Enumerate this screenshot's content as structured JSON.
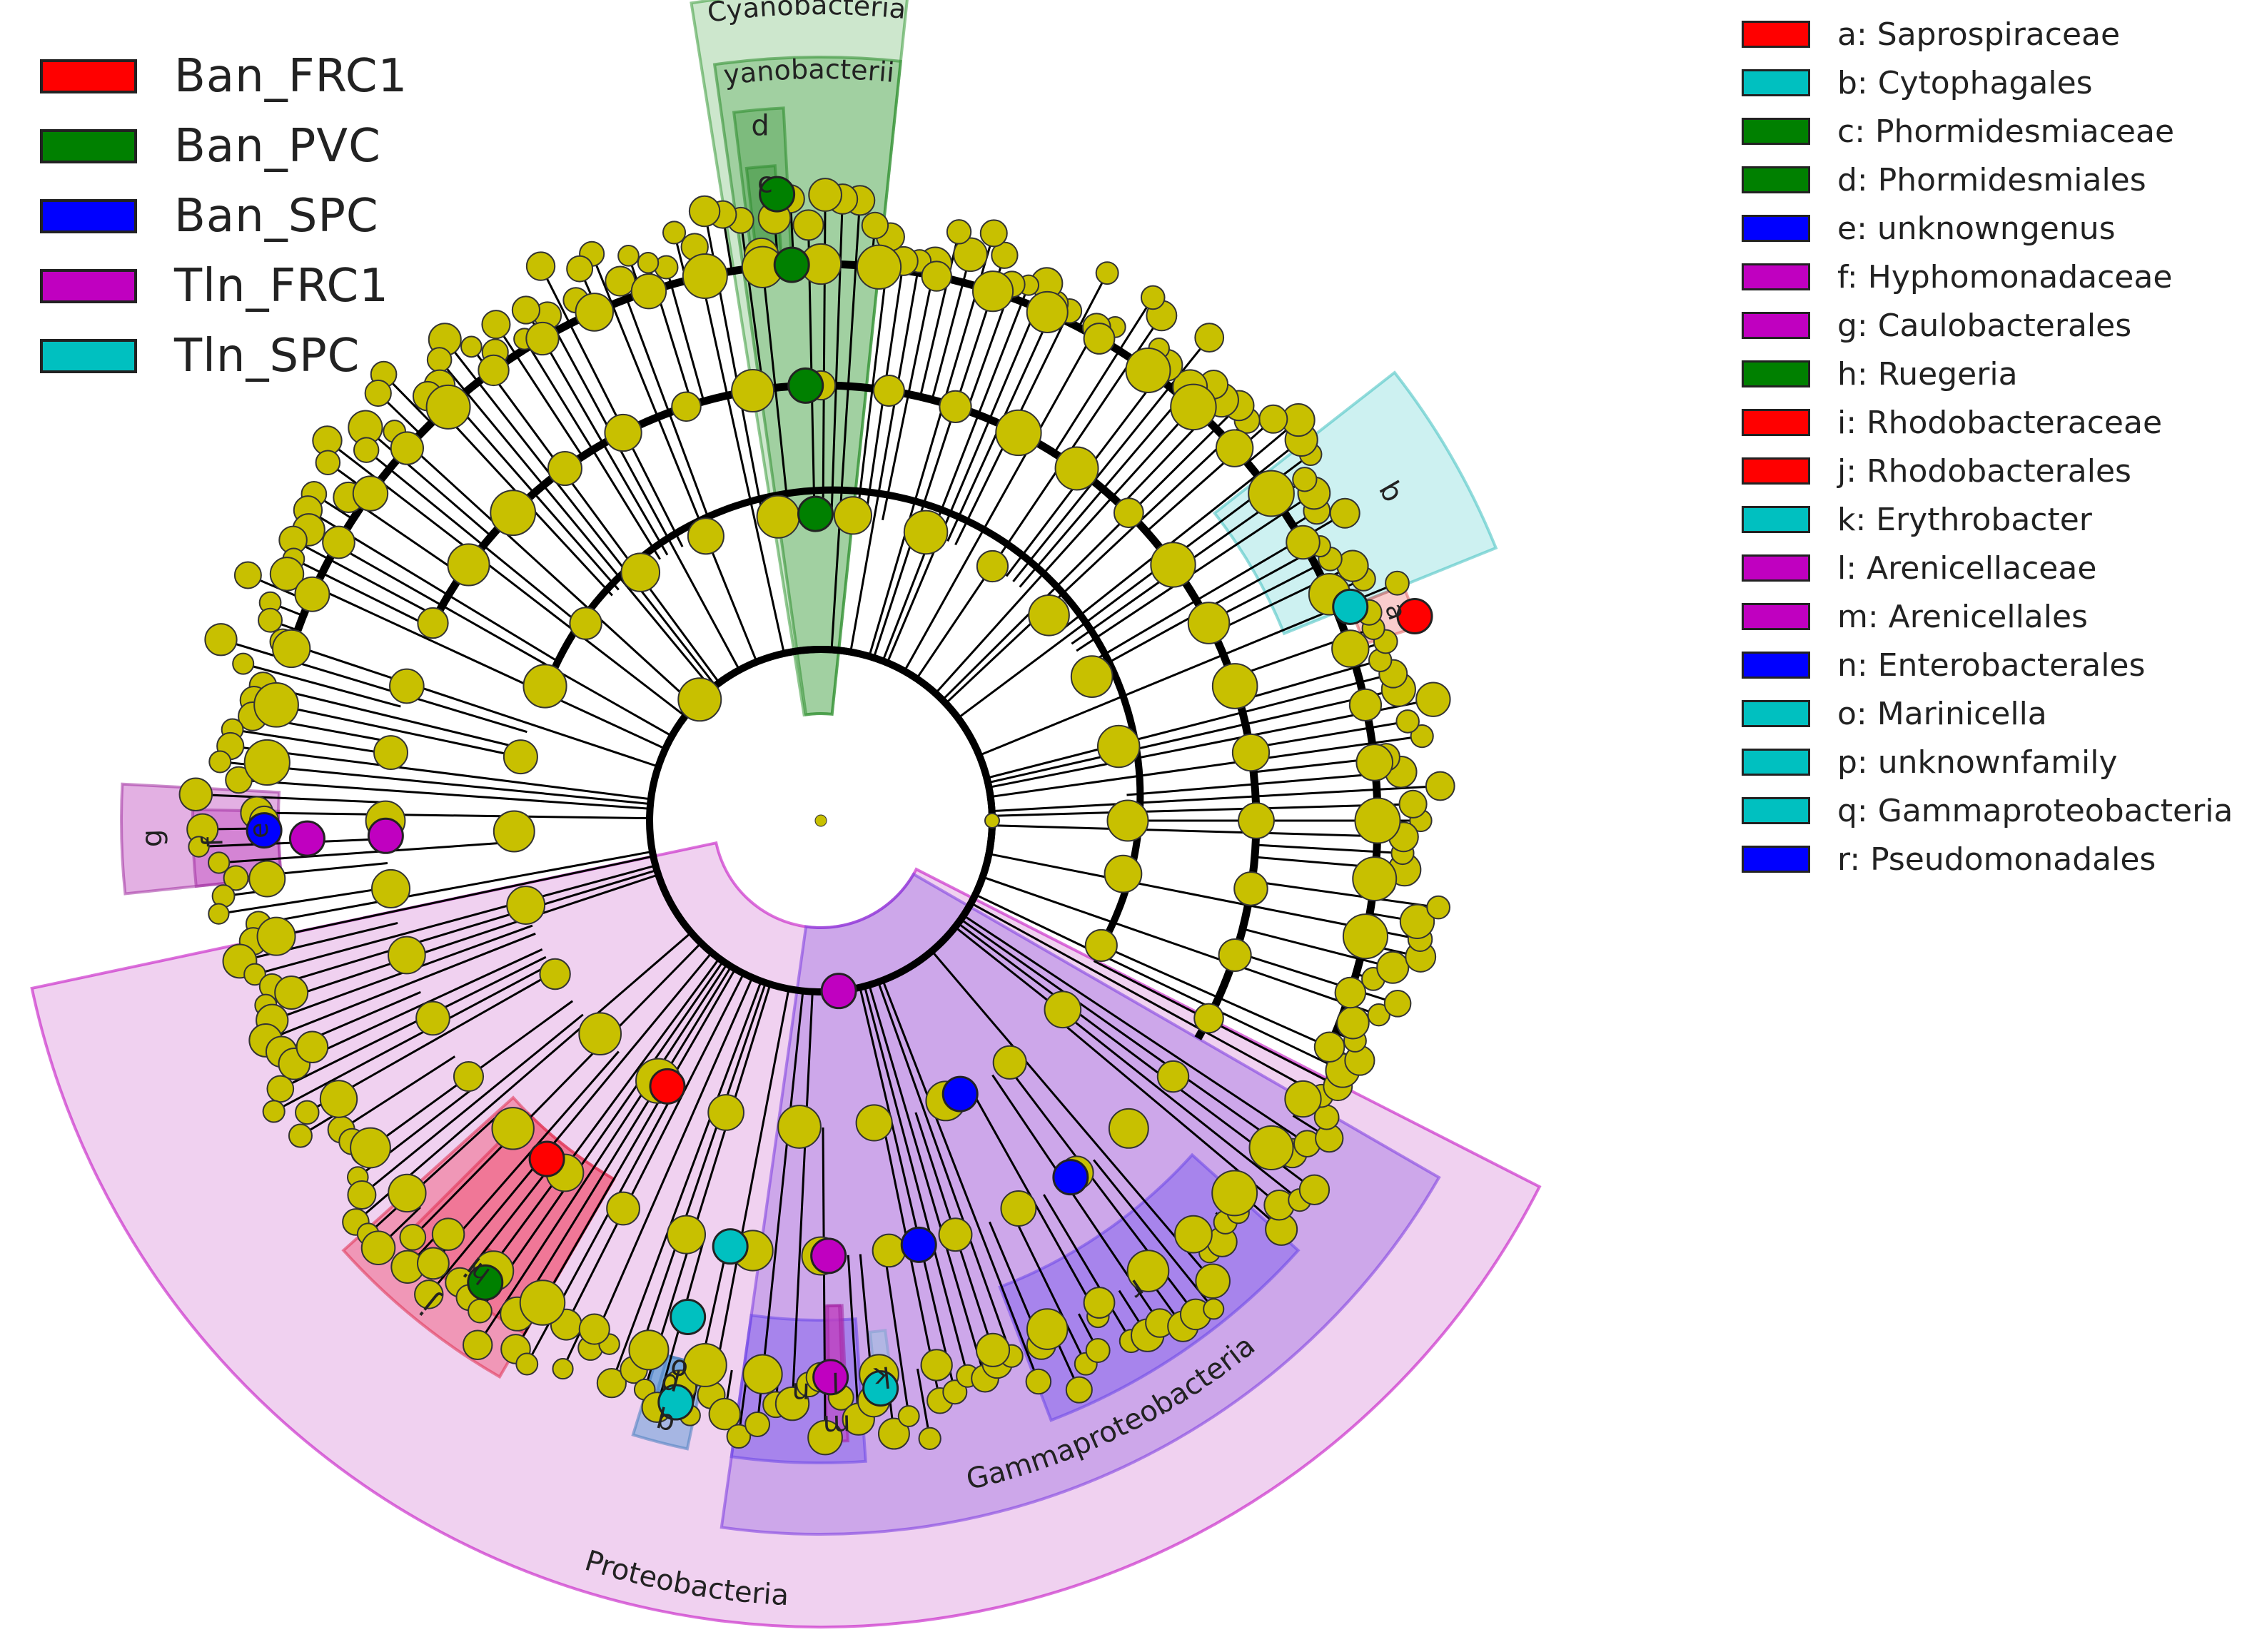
{
  "group_legend": [
    {
      "label": "Ban_FRC1",
      "color": "#ff0000"
    },
    {
      "label": "Ban_PVC",
      "color": "#008000"
    },
    {
      "label": "Ban_SPC",
      "color": "#0000ff"
    },
    {
      "label": "Tln_FRC1",
      "color": "#c000c0"
    },
    {
      "label": "Tln_SPC",
      "color": "#00c0c0"
    }
  ],
  "clade_legend": [
    {
      "label": "a: Saprospiraceae",
      "color": "#ff0000"
    },
    {
      "label": "b: Cytophagales",
      "color": "#00c0c0"
    },
    {
      "label": "c: Phormidesmiaceae",
      "color": "#008000"
    },
    {
      "label": "d: Phormidesmiales",
      "color": "#008000"
    },
    {
      "label": "e: unknowngenus",
      "color": "#0000ff"
    },
    {
      "label": "f: Hyphomonadaceae",
      "color": "#c000c0"
    },
    {
      "label": "g: Caulobacterales",
      "color": "#c000c0"
    },
    {
      "label": "h: Ruegeria",
      "color": "#008000"
    },
    {
      "label": "i: Rhodobacteraceae",
      "color": "#ff0000"
    },
    {
      "label": "j: Rhodobacterales",
      "color": "#ff0000"
    },
    {
      "label": "k: Erythrobacter",
      "color": "#00c0c0"
    },
    {
      "label": "l: Arenicellaceae",
      "color": "#c000c0"
    },
    {
      "label": "m: Arenicellales",
      "color": "#c000c0"
    },
    {
      "label": "n: Enterobacterales",
      "color": "#0000ff"
    },
    {
      "label": "o: Marinicella",
      "color": "#00c0c0"
    },
    {
      "label": "p: unknownfamily",
      "color": "#00c0c0"
    },
    {
      "label": "q: Gammaproteobacteria",
      "color": "#00c0c0"
    },
    {
      "label": "r: Pseudomonadales",
      "color": "#0000ff"
    }
  ],
  "node_color": "#c8c000",
  "sectors": {
    "cyanobacteria": "Cyanobacteria",
    "cyanobacteriia": "Cyanobacteriia",
    "proteobacteria": "Proteobacteria",
    "gammaproteobacteria": "Gammaproteobacteria",
    "b": "b",
    "a": "a",
    "g": "g",
    "f": "f",
    "e": "e",
    "i": "i",
    "j": "j",
    "h": "h",
    "k": "k",
    "l": "l",
    "m": "m",
    "n": "n",
    "o": "o",
    "p": "p",
    "q": "q",
    "r": "r",
    "d": "d",
    "c": "c"
  }
}
